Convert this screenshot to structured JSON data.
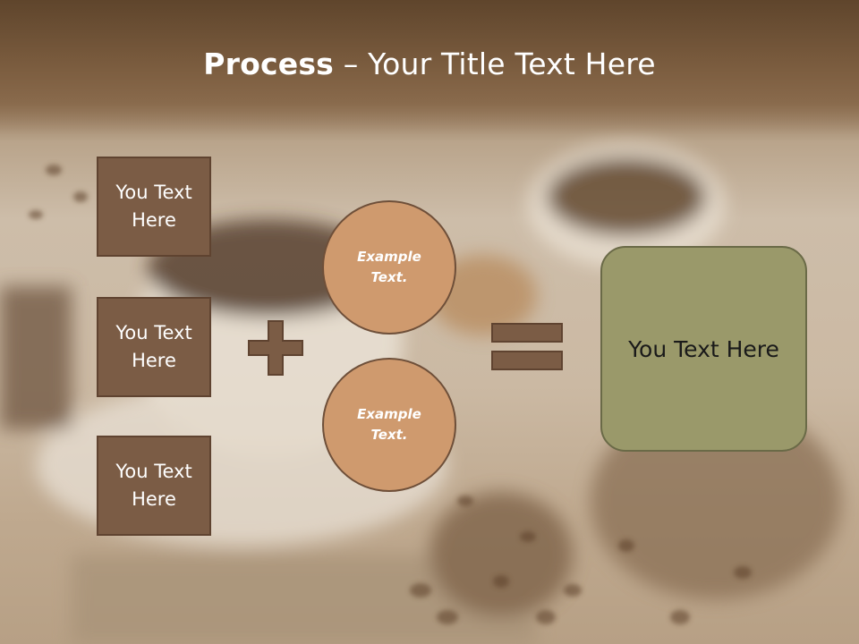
{
  "slide": {
    "title_bold": "Process",
    "title_rest": " – Your Title Text Here",
    "left_boxes": [
      {
        "label": "You Text Here"
      },
      {
        "label": "You Text Here"
      },
      {
        "label": "You Text Here"
      }
    ],
    "circles": [
      {
        "label": "Example Text."
      },
      {
        "label": "Example Text."
      }
    ],
    "result": {
      "label": "You Text Here"
    }
  },
  "colors": {
    "box_fill": "#7b5c45",
    "circle_fill": "#cf9a6e",
    "result_fill": "#9a996a",
    "operator": "#7b5c45"
  },
  "icons": {
    "plus": "plus-icon",
    "equals": "equals-icon"
  }
}
